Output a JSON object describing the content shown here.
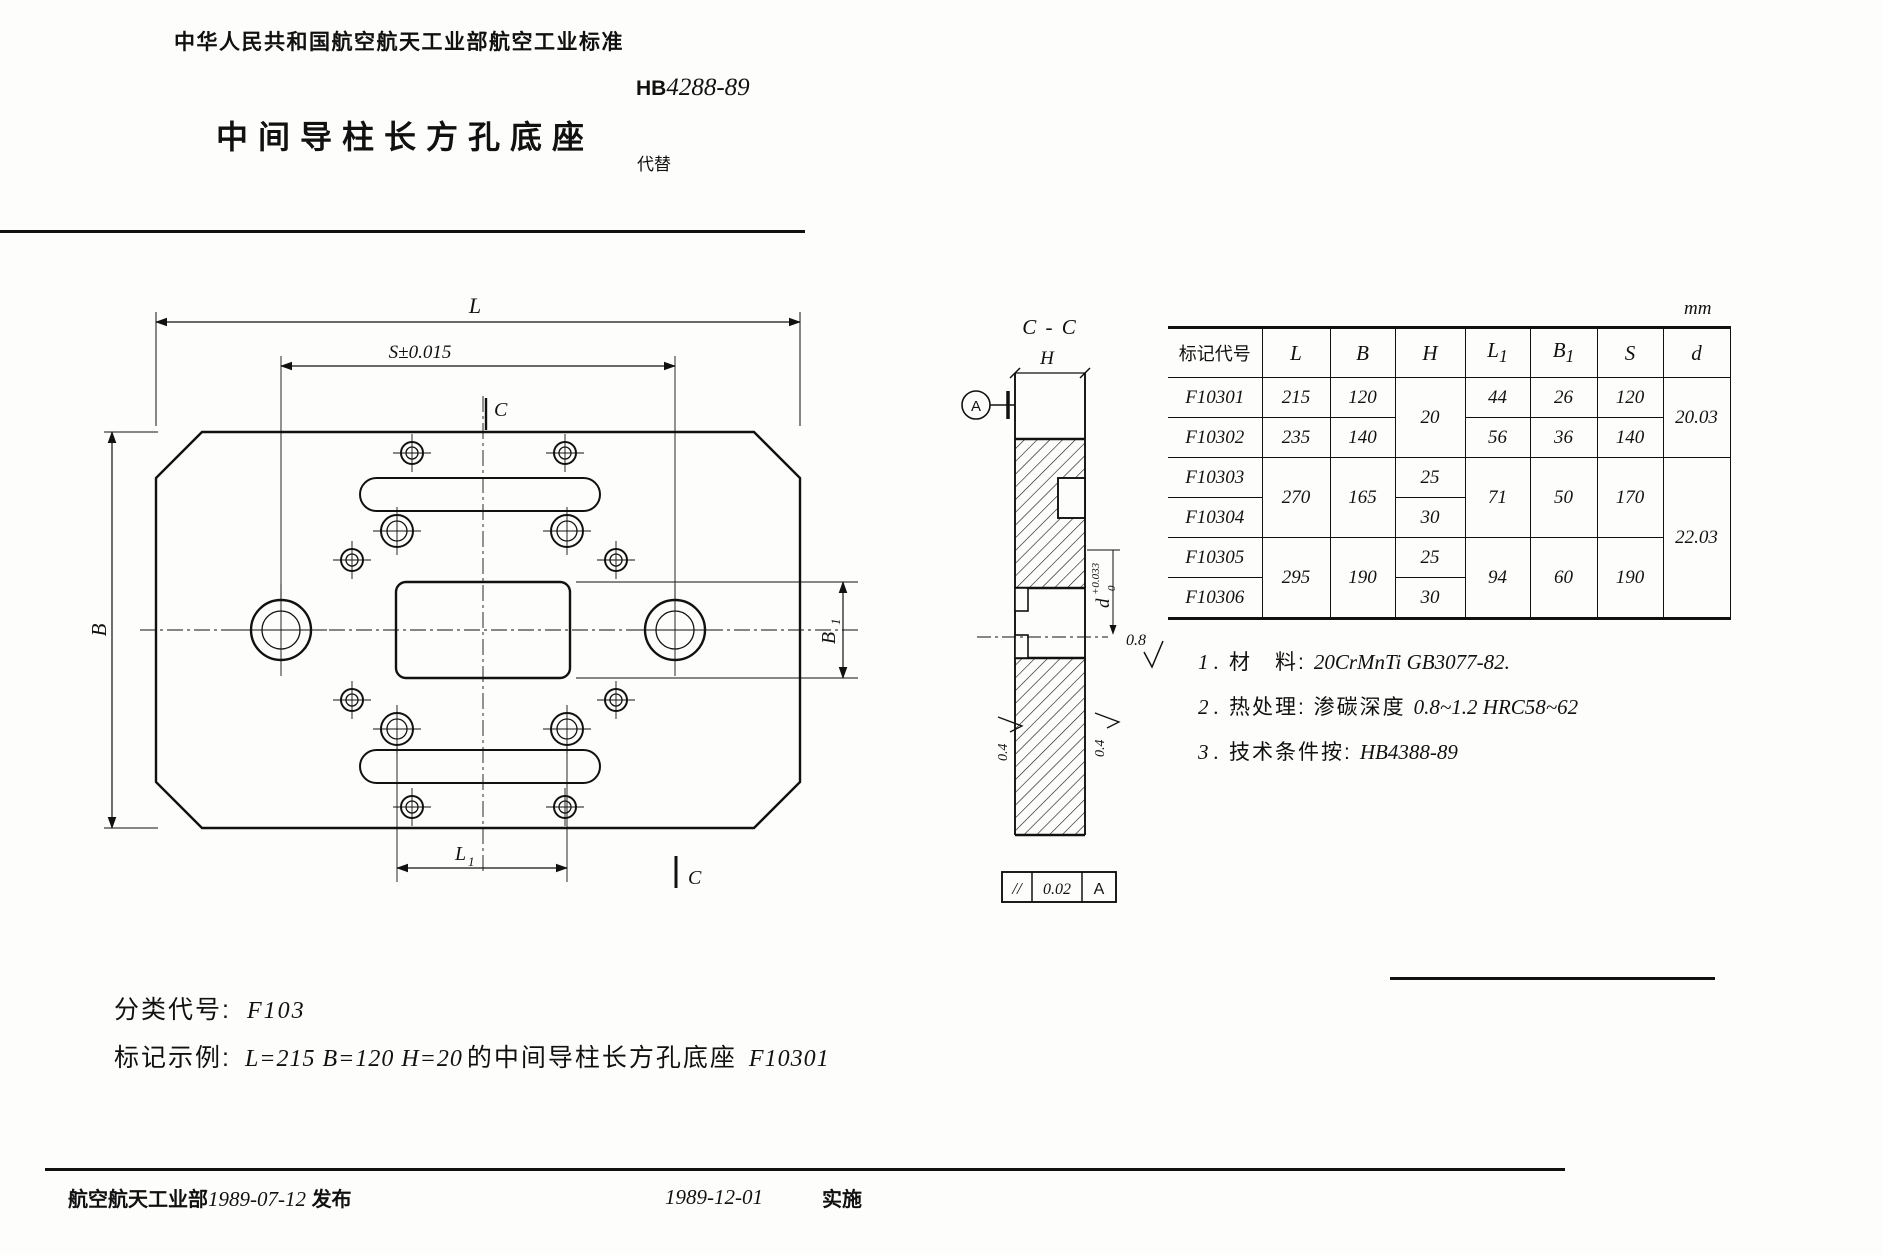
{
  "document": {
    "header": "中华人民共和国航空航天工业部航空工业标准",
    "standard_prefix": "HB",
    "standard_number": "4288-89",
    "replaces_label": "代替",
    "title": "中间导柱长方孔底座"
  },
  "plan_view": {
    "dim_L": "L",
    "dim_S": "S±0.015",
    "dim_B": "B",
    "dim_L1_main": "L",
    "dim_L1_sub": "1",
    "dim_B1_main": "B",
    "dim_B1_sub": "1",
    "section_mark_top": "C",
    "section_mark_bottom": "C"
  },
  "section_view": {
    "title": "C - C",
    "dim_H": "H",
    "datum_label": "A",
    "d_main": "d",
    "d_tol_upper": "+0.033",
    "d_tol_lower": "0",
    "roughness_bore": "0.8",
    "roughness_side_left": "0.4",
    "roughness_side_right": "0.4",
    "frame_symbol": "//",
    "frame_value": "0.02",
    "frame_datum": "A"
  },
  "table": {
    "unit": "mm",
    "headers": [
      {
        "t": "标记代号"
      },
      {
        "t": "L"
      },
      {
        "t": "B"
      },
      {
        "t": "H"
      },
      {
        "t": "L",
        "s": "1"
      },
      {
        "t": "B",
        "s": "1"
      },
      {
        "t": "S"
      },
      {
        "t": "d"
      }
    ],
    "rows": {
      "r1": {
        "code": "F10301",
        "L": "215",
        "B": "120",
        "H": "20",
        "L1": "44",
        "B1": "26",
        "S": "120",
        "d": "20.03"
      },
      "r2": {
        "code": "F10302",
        "L": "235",
        "B": "140",
        "L1": "56",
        "B1": "36",
        "S": "140"
      },
      "r3": {
        "code": "F10303",
        "L": "270",
        "B": "165",
        "H": "25",
        "L1": "71",
        "B1": "50",
        "S": "170",
        "d": "22.03"
      },
      "r4": {
        "code": "F10304",
        "H": "30"
      },
      "r5": {
        "code": "F10305",
        "L": "295",
        "B": "190",
        "H": "25",
        "L1": "94",
        "B1": "60",
        "S": "190"
      },
      "r6": {
        "code": "F10306",
        "H": "30"
      }
    }
  },
  "notes": [
    {
      "no": "1 .",
      "label": "材　料:",
      "text": "20CrMnTi  GB3077-82."
    },
    {
      "no": "2 .",
      "label": "热处理: 渗碳深度",
      "text": "0.8~1.2   HRC58~62"
    },
    {
      "no": "3 .",
      "label": "技术条件按:",
      "text": "HB4388-89"
    }
  ],
  "classification": {
    "label": "分类代号:",
    "value": "F103"
  },
  "marking_example": {
    "label": "标记示例:",
    "dims": "L=215   B=120   H=20",
    "text": "的中间导柱长方孔底座",
    "code": "F10301"
  },
  "footer": {
    "issuer": "航空航天工业部",
    "issue_date": "1989-07-12",
    "issue_label": "发布",
    "impl_date": "1989-12-01",
    "impl_label": "实施"
  }
}
